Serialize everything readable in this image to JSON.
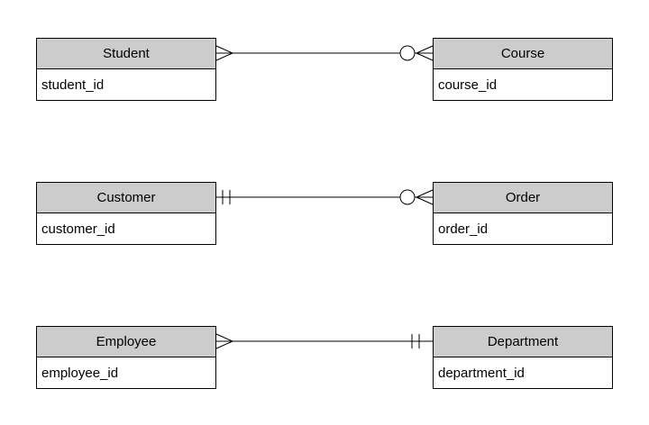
{
  "entities": {
    "student": {
      "name": "Student",
      "field": "student_id"
    },
    "course": {
      "name": "Course",
      "field": "course_id"
    },
    "customer": {
      "name": "Customer",
      "field": "customer_id"
    },
    "order": {
      "name": "Order",
      "field": "order_id"
    },
    "employee": {
      "name": "Employee",
      "field": "employee_id"
    },
    "department": {
      "name": "Department",
      "field": "department_id"
    }
  },
  "relationships": [
    {
      "from": "Student",
      "to": "Course",
      "from_marker": "many-crows-foot",
      "to_marker": "zero-or-many-circle-crows-foot"
    },
    {
      "from": "Customer",
      "to": "Order",
      "from_marker": "one-and-only-one-double-bar",
      "to_marker": "zero-or-many-circle-crows-foot"
    },
    {
      "from": "Employee",
      "to": "Department",
      "from_marker": "many-crows-foot",
      "to_marker": "one-and-only-one-double-bar"
    }
  ],
  "colors": {
    "entity_header_fill": "#cccccc",
    "entity_body_fill": "#ffffff",
    "border": "#000000",
    "line": "#000000",
    "background": "#ffffff"
  }
}
